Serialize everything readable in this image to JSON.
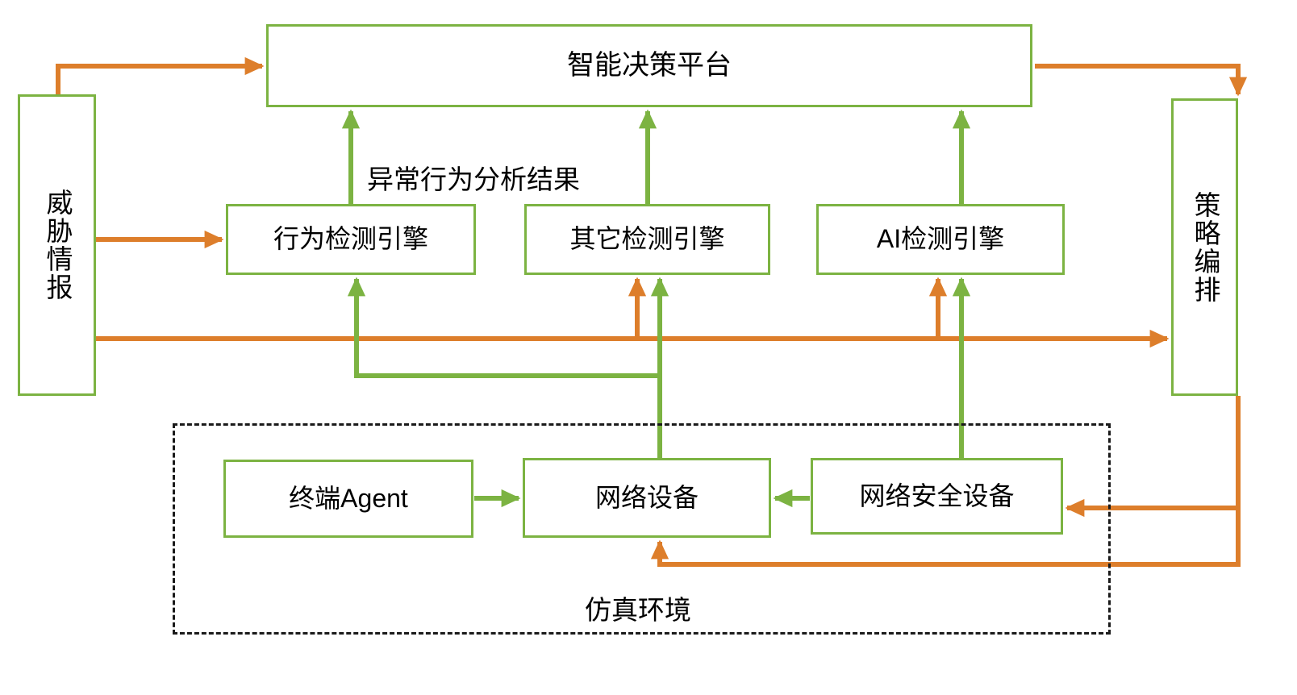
{
  "diagram": {
    "title_text": "智能决策平台",
    "accent_green": "#7cb342",
    "accent_orange": "#dd7e2b",
    "zone_border": "#1a1a1a"
  },
  "nodes": {
    "platform": {
      "label": "智能决策平台"
    },
    "threat_intel": {
      "label": "威胁情报"
    },
    "policy_orchestration": {
      "label": "策略编排"
    },
    "behavior_engine": {
      "label": "行为检测引擎"
    },
    "other_engine": {
      "label": "其它检测引擎"
    },
    "ai_engine": {
      "label": "AI检测引擎"
    },
    "endpoint_agent": {
      "label": "终端Agent"
    },
    "network_device": {
      "label": "网络设备"
    },
    "security_device": {
      "label": "网络安全设备"
    }
  },
  "labels": {
    "analysis_flow": "异常行为分析结果",
    "simulation_zone": "仿真环境"
  },
  "connectors": [
    {
      "name": "threat-intel-to-platform",
      "color": "#dd7e2b"
    },
    {
      "name": "threat-intel-to-behavior-engine",
      "color": "#dd7e2b"
    },
    {
      "name": "threat-intel-bus-to-policy-orchestration",
      "color": "#dd7e2b"
    },
    {
      "name": "bus-to-other-engine",
      "color": "#dd7e2b"
    },
    {
      "name": "bus-to-ai-engine",
      "color": "#dd7e2b"
    },
    {
      "name": "platform-to-policy-orchestration",
      "color": "#dd7e2b"
    },
    {
      "name": "policy-orchestration-to-security-device",
      "color": "#dd7e2b"
    },
    {
      "name": "policy-orchestration-to-network-device",
      "color": "#dd7e2b"
    },
    {
      "name": "behavior-engine-to-platform",
      "color": "#7cb342"
    },
    {
      "name": "other-engine-to-platform",
      "color": "#7cb342"
    },
    {
      "name": "ai-engine-to-platform",
      "color": "#7cb342"
    },
    {
      "name": "network-device-to-other-engine",
      "color": "#7cb342"
    },
    {
      "name": "network-device-to-behavior-engine",
      "color": "#7cb342"
    },
    {
      "name": "security-device-to-ai-engine",
      "color": "#7cb342"
    },
    {
      "name": "endpoint-agent-to-network-device",
      "color": "#7cb342"
    },
    {
      "name": "security-device-to-network-device",
      "color": "#7cb342"
    }
  ]
}
